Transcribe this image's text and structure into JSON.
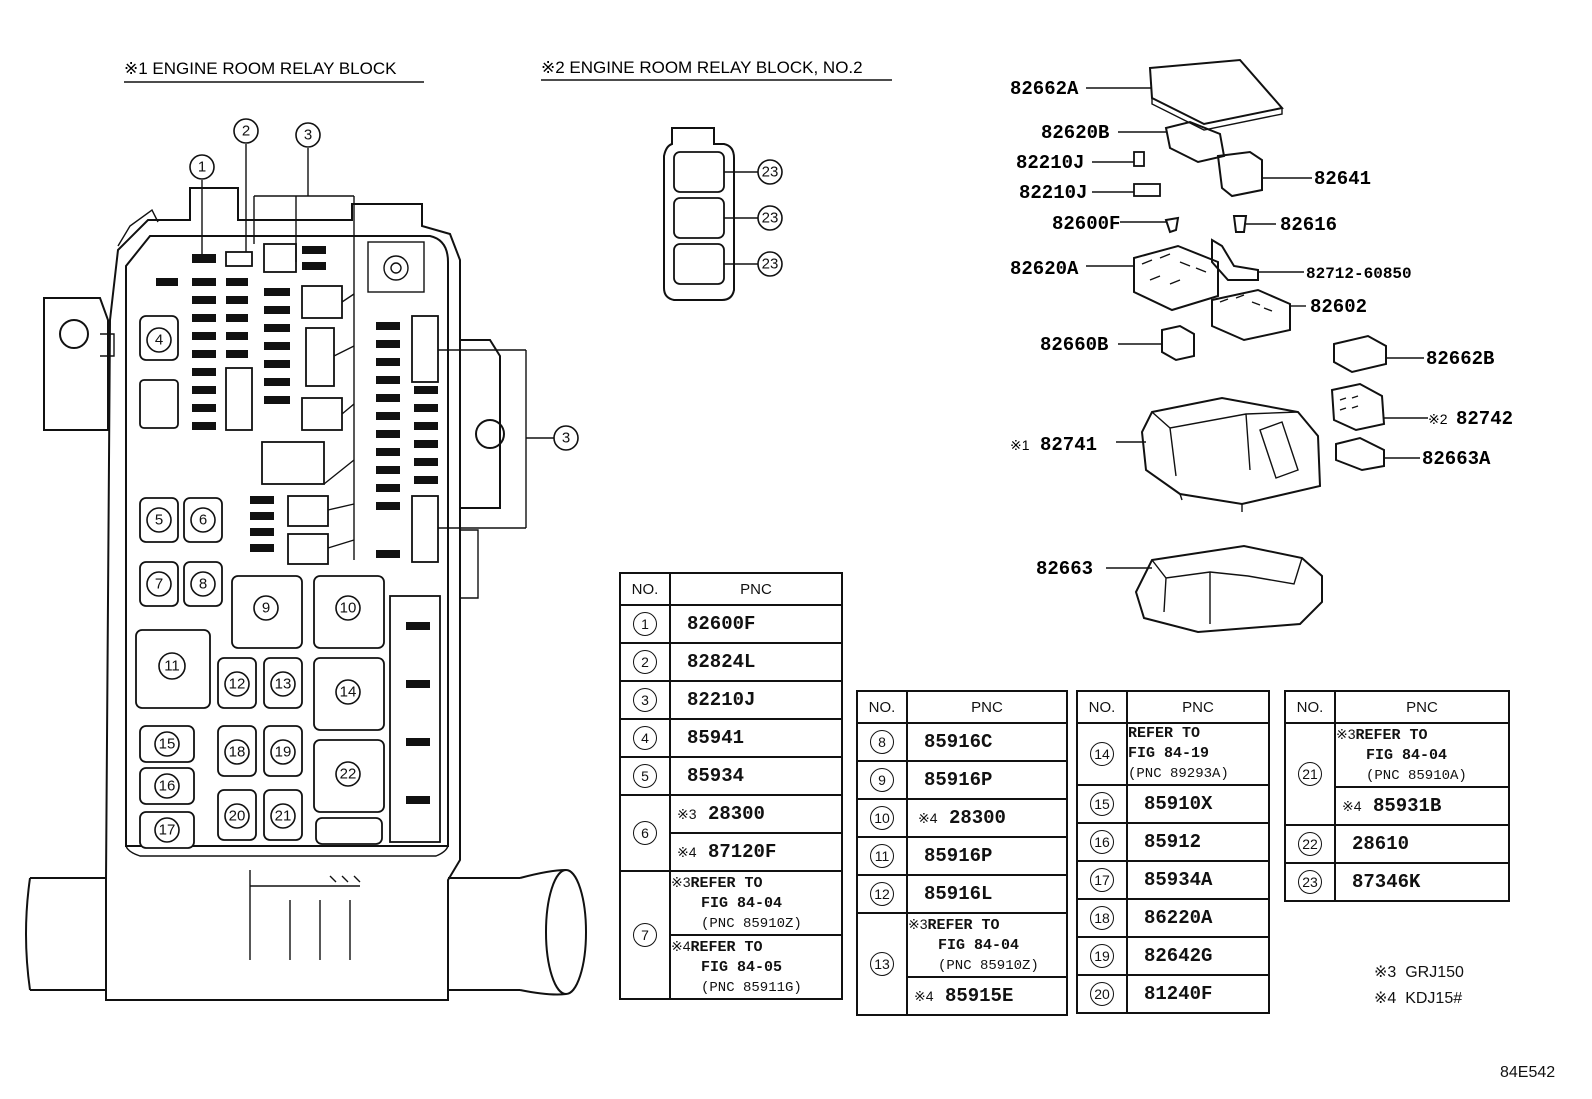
{
  "headers": {
    "block1": "※1 ENGINE ROOM RELAY BLOCK",
    "block2": "※2 ENGINE ROOM RELAY BLOCK, NO.2"
  },
  "figure_id": "84E542",
  "callout_numbers": [
    "1",
    "2",
    "3",
    "4",
    "5",
    "6",
    "7",
    "8",
    "9",
    "10",
    "11",
    "12",
    "13",
    "14",
    "15",
    "16",
    "17",
    "18",
    "19",
    "20",
    "21",
    "22",
    "23"
  ],
  "parts": {
    "p1": "82662A",
    "p2": "82620B",
    "p3": "82210J",
    "p4": "82210J",
    "p5": "82641",
    "p6": "82600F",
    "p7": "82616",
    "p8": "82620A",
    "p9": "82712-60850",
    "p10": "82602",
    "p11": "82660B",
    "p12": "82662B",
    "p13_mark": "※2",
    "p13": "82742",
    "p14_mark": "※1",
    "p14": "82741",
    "p15": "82663A",
    "p16": "82663"
  },
  "tables": {
    "col_no": "NO.",
    "col_pnc": "PNC",
    "t1": {
      "r1": "82600F",
      "r2": "82824L",
      "r3": "82210J",
      "r4": "85941",
      "r5": "85934",
      "r6a_mark": "※3",
      "r6a": "28300",
      "r6b_mark": "※4",
      "r6b": "87120F",
      "r7a_mark": "※3",
      "r7a_l1": "REFER TO",
      "r7a_l2": "FIG 84-04",
      "r7a_l3": "(PNC 85910Z)",
      "r7b_mark": "※4",
      "r7b_l1": "REFER TO",
      "r7b_l2": "FIG 84-05",
      "r7b_l3": "(PNC 85911G)"
    },
    "t2": {
      "r8": "85916C",
      "r9": "85916P",
      "r10_mark": "※4",
      "r10": "28300",
      "r11": "85916P",
      "r12": "85916L",
      "r13a_mark": "※3",
      "r13a_l1": "REFER TO",
      "r13a_l2": "FIG 84-04",
      "r13a_l3": "(PNC 85910Z)",
      "r13b_mark": "※4",
      "r13b": "85915E"
    },
    "t3": {
      "r14_l1": "REFER TO",
      "r14_l2": "FIG 84-19",
      "r14_l3": "(PNC 89293A)",
      "r15": "85910X",
      "r16": "85912",
      "r17": "85934A",
      "r18": "86220A",
      "r19": "82642G",
      "r20": "81240F"
    },
    "t4": {
      "r21a_mark": "※3",
      "r21a_l1": "REFER TO",
      "r21a_l2": "FIG 84-04",
      "r21a_l3": "(PNC 85910A)",
      "r21b_mark": "※4",
      "r21b": "85931B",
      "r22": "28610",
      "r23": "87346K"
    }
  },
  "notes": {
    "n3_mark": "※3",
    "n3": "GRJ150",
    "n4_mark": "※4",
    "n4": "KDJ15#"
  }
}
